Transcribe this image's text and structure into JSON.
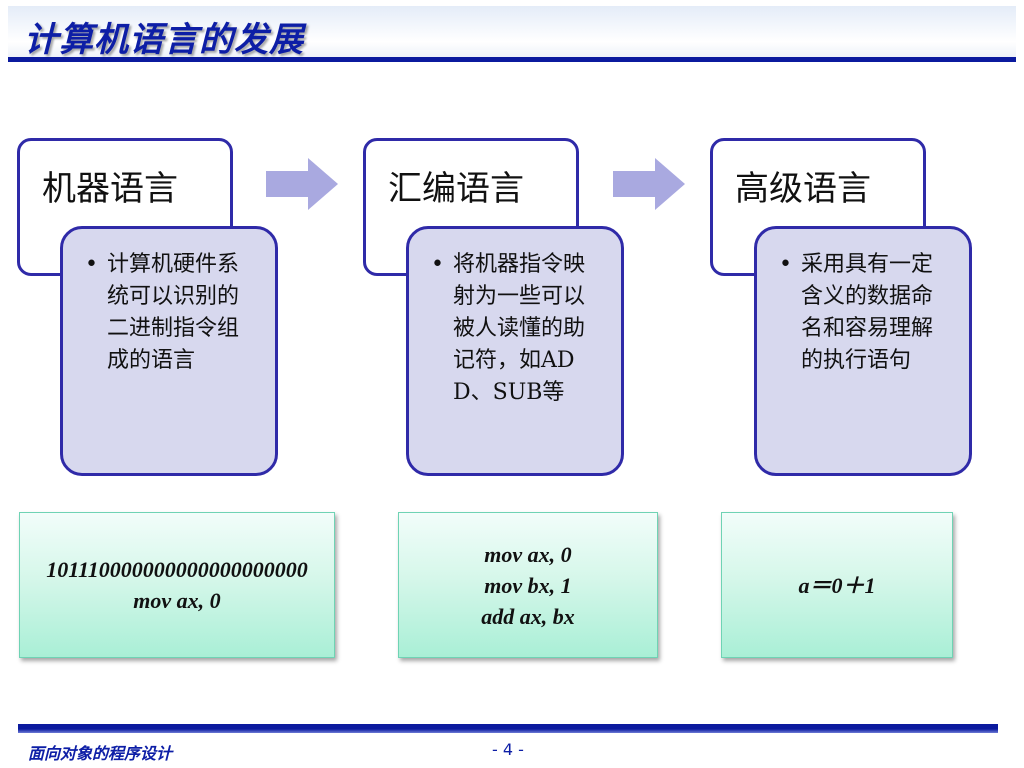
{
  "title": "计算机语言的发展",
  "stages": [
    {
      "name": "机器语言",
      "description": "计算机硬件系统可以识别的二进制指令组成的语言",
      "code": [
        "101110000000000000000000",
        "mov ax, 0"
      ]
    },
    {
      "name": "汇编语言",
      "description": "将机器指令映射为一些可以被人读懂的助记符，如ADD、SUB等",
      "code": [
        "mov ax, 0",
        "mov bx, 1",
        "add ax, bx"
      ]
    },
    {
      "name": "高级语言",
      "description": "采用具有一定含义的数据命名和容易理解的执行语句",
      "code": [
        "a＝0＋1"
      ]
    }
  ],
  "bullet": "•",
  "footer": {
    "course": "面向对象的程序设计",
    "page": "- 4 -"
  },
  "colors": {
    "title": "#0d1ea6",
    "box_border": "#2f2aa8",
    "desc_fill": "#d7d8ee",
    "arrow": "#a9a9e0",
    "code_fill": "#a9efd6"
  }
}
